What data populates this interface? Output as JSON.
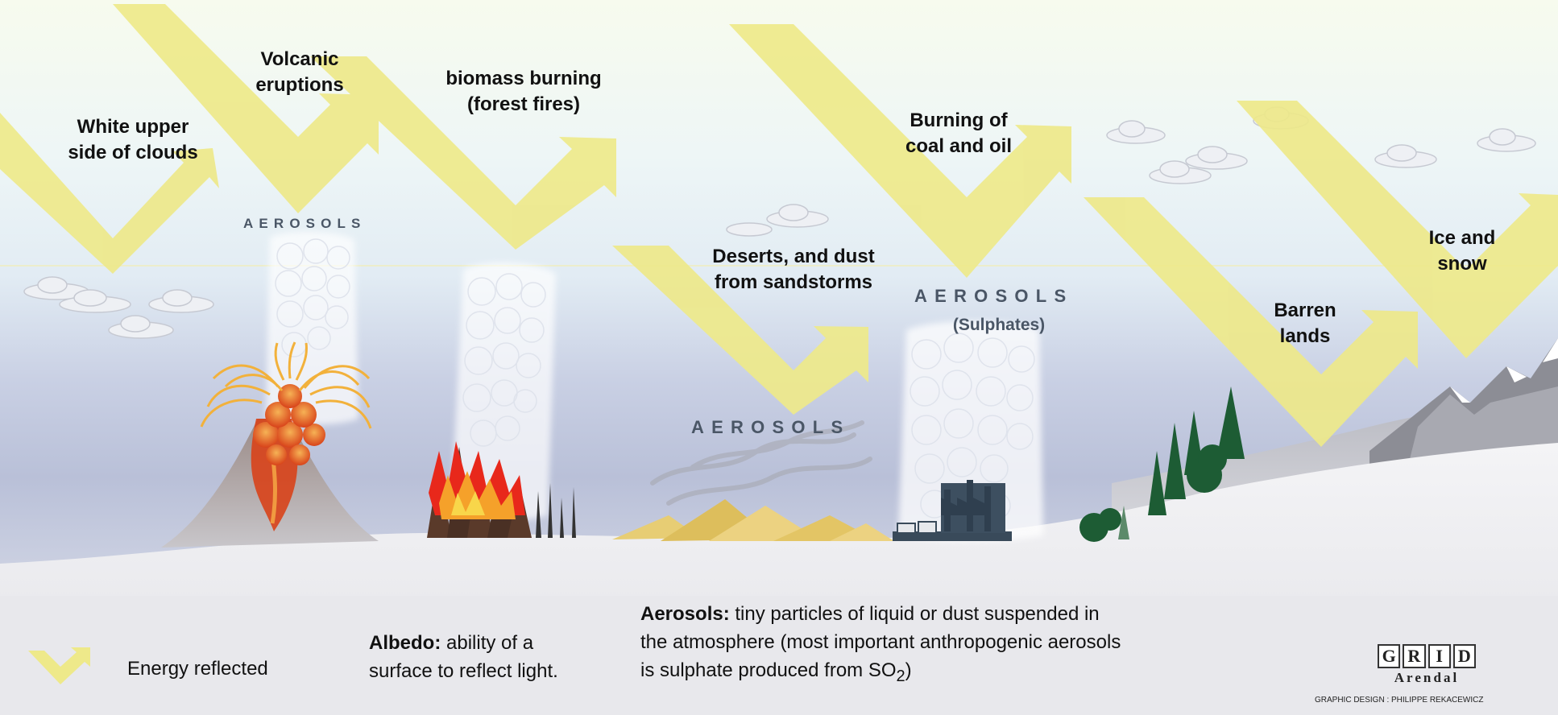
{
  "labels": {
    "white_clouds": [
      "White upper",
      "side of clouds"
    ],
    "volcanic": [
      "Volcanic",
      "eruptions"
    ],
    "biomass": [
      "biomass burning",
      "(forest fires)"
    ],
    "burning_coal": [
      "Burning of",
      "coal and oil"
    ],
    "deserts": [
      "Deserts, and dust",
      "from sandstorms"
    ],
    "barren": [
      "Barren",
      "lands"
    ],
    "ice_snow": [
      "Ice and",
      "snow"
    ]
  },
  "aerosols": {
    "volcano": "AEROSOLS",
    "desert": "AEROSOLS",
    "industry": "AEROSOLS",
    "industry_sub": "(Sulphates)"
  },
  "legend": {
    "energy": "Energy reflected",
    "albedo_term": "Albedo:",
    "albedo_def_1": " ability of a",
    "albedo_def_2": "surface to reflect light.",
    "aerosols_term": "Aerosols:",
    "aerosols_def_1": " tiny particles of liquid or dust suspended in",
    "aerosols_def_2": "the atmosphere (most important anthropogenic aerosols",
    "aerosols_def_3_pre": "is sulphate produced from SO",
    "aerosols_def_3_sub": "2",
    "aerosols_def_3_post": ")"
  },
  "logo": {
    "letters": [
      "G",
      "R",
      "I",
      "D"
    ],
    "name": "Arendal",
    "credit": "GRAPHIC DESIGN : PHILIPPE REKACEWICZ"
  },
  "colors": {
    "arrow": "#eee98a",
    "sky_top": "#f7fbee",
    "sky_mid": "#e4f0f6",
    "sky_low": "#b8c2dc",
    "ground": "#ededf0",
    "water": "#3a4a8a",
    "lava": "#e0561f",
    "fire": "#e8281b",
    "tree": "#1d5c34",
    "mountain": "#8c8d95"
  }
}
